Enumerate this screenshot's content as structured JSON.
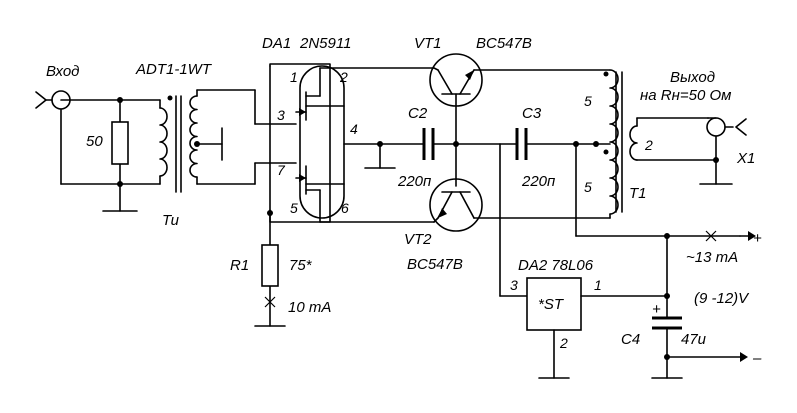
{
  "labels": {
    "input": "Вход",
    "input_transformer": "ADT1-1WT",
    "input_resistor": "50",
    "tu": "Ти",
    "da1": "DA1",
    "fet": "2N5911",
    "vt1": "VT1",
    "vt1_type": "BC547B",
    "vt2": "VT2",
    "vt2_type": "BC547B",
    "c2": "C2",
    "c2_value": "220п",
    "c3": "C3",
    "c3_value": "220п",
    "output_line1": "Выход",
    "output_line2": "на Rн=50 Ом",
    "x1": "X1",
    "t1": "T1",
    "r1": "R1",
    "r1_value": "75*",
    "r1_current": "10 mA",
    "supply_current": "~13 mA",
    "plus": "+",
    "minus": "–",
    "da2": "DA2 78L06",
    "regulator": "*ST",
    "supply_range": "(9 -12)V",
    "c4": "C4",
    "c4_value": "47u",
    "c4_plus": "+"
  },
  "pins": {
    "da1_1": "1",
    "da1_2": "2",
    "da1_3": "3",
    "da1_4": "4",
    "da1_5": "5",
    "da1_6": "6",
    "da1_7": "7",
    "t1_primary_top": "5",
    "t1_primary_bottom": "5",
    "t1_secondary": "2",
    "da2_in": "3",
    "da2_out": "1",
    "da2_gnd": "2"
  }
}
